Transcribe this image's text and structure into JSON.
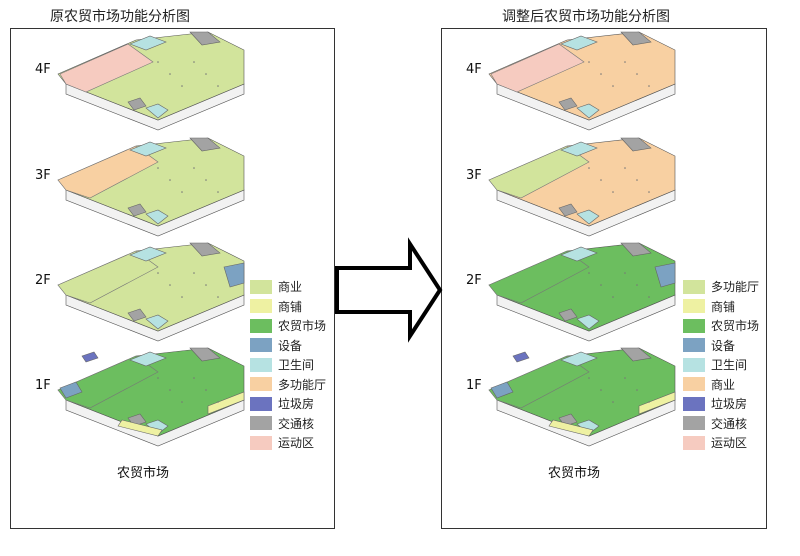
{
  "legend_colors": {
    "商业": "#d2e49c",
    "商铺": "#eef1a2",
    "农贸市场": "#6cbe5f",
    "设备": "#7ca2c2",
    "卫生间": "#b6e2e2",
    "多功能厅": "#f8d0a2",
    "垃圾房": "#6b73bf",
    "交通核": "#a3a3a3",
    "运动区": "#f6cbc0"
  },
  "panels": [
    {
      "title": "原农贸市场功能分析图",
      "caption": "农贸市场",
      "legend": [
        {
          "label": "商业",
          "color": "#d2e49c"
        },
        {
          "label": "商铺",
          "color": "#eef1a2"
        },
        {
          "label": "农贸市场",
          "color": "#6cbe5f"
        },
        {
          "label": "设备",
          "color": "#7ca2c2"
        },
        {
          "label": "卫生间",
          "color": "#b6e2e2"
        },
        {
          "label": "多功能厅",
          "color": "#f8d0a2"
        },
        {
          "label": "垃圾房",
          "color": "#6b73bf"
        },
        {
          "label": "交通核",
          "color": "#a3a3a3"
        },
        {
          "label": "运动区",
          "color": "#f6cbc0"
        }
      ],
      "floors": [
        {
          "label": "4F",
          "left": "#f6cbc0",
          "main": "#d2e49c",
          "strip": null
        },
        {
          "label": "3F",
          "left": "#f8d0a2",
          "main": "#d2e49c",
          "strip": null
        },
        {
          "label": "2F",
          "left": "#d2e49c",
          "main": "#d2e49c",
          "strip": null
        },
        {
          "label": "1F",
          "left": "#6cbe5f",
          "main": "#6cbe5f",
          "strip": "#eef1a2"
        }
      ]
    },
    {
      "title": "调整后农贸市场功能分析图",
      "caption": "农贸市场",
      "legend": [
        {
          "label": "多功能厅",
          "color": "#d2e49c"
        },
        {
          "label": "商铺",
          "color": "#eef1a2"
        },
        {
          "label": "农贸市场",
          "color": "#6cbe5f"
        },
        {
          "label": "设备",
          "color": "#7ca2c2"
        },
        {
          "label": "卫生间",
          "color": "#b6e2e2"
        },
        {
          "label": "商业",
          "color": "#f8d0a2"
        },
        {
          "label": "垃圾房",
          "color": "#6b73bf"
        },
        {
          "label": "交通核",
          "color": "#a3a3a3"
        },
        {
          "label": "运动区",
          "color": "#f6cbc0"
        }
      ],
      "floors": [
        {
          "label": "4F",
          "left": "#f6cbc0",
          "main": "#f8d0a2",
          "strip": null
        },
        {
          "label": "3F",
          "left": "#d2e49c",
          "main": "#f8d0a2",
          "strip": null
        },
        {
          "label": "2F",
          "left": "#6cbe5f",
          "main": "#6cbe5f",
          "strip": null
        },
        {
          "label": "1F",
          "left": "#6cbe5f",
          "main": "#6cbe5f",
          "strip": "#eef1a2"
        }
      ]
    }
  ]
}
